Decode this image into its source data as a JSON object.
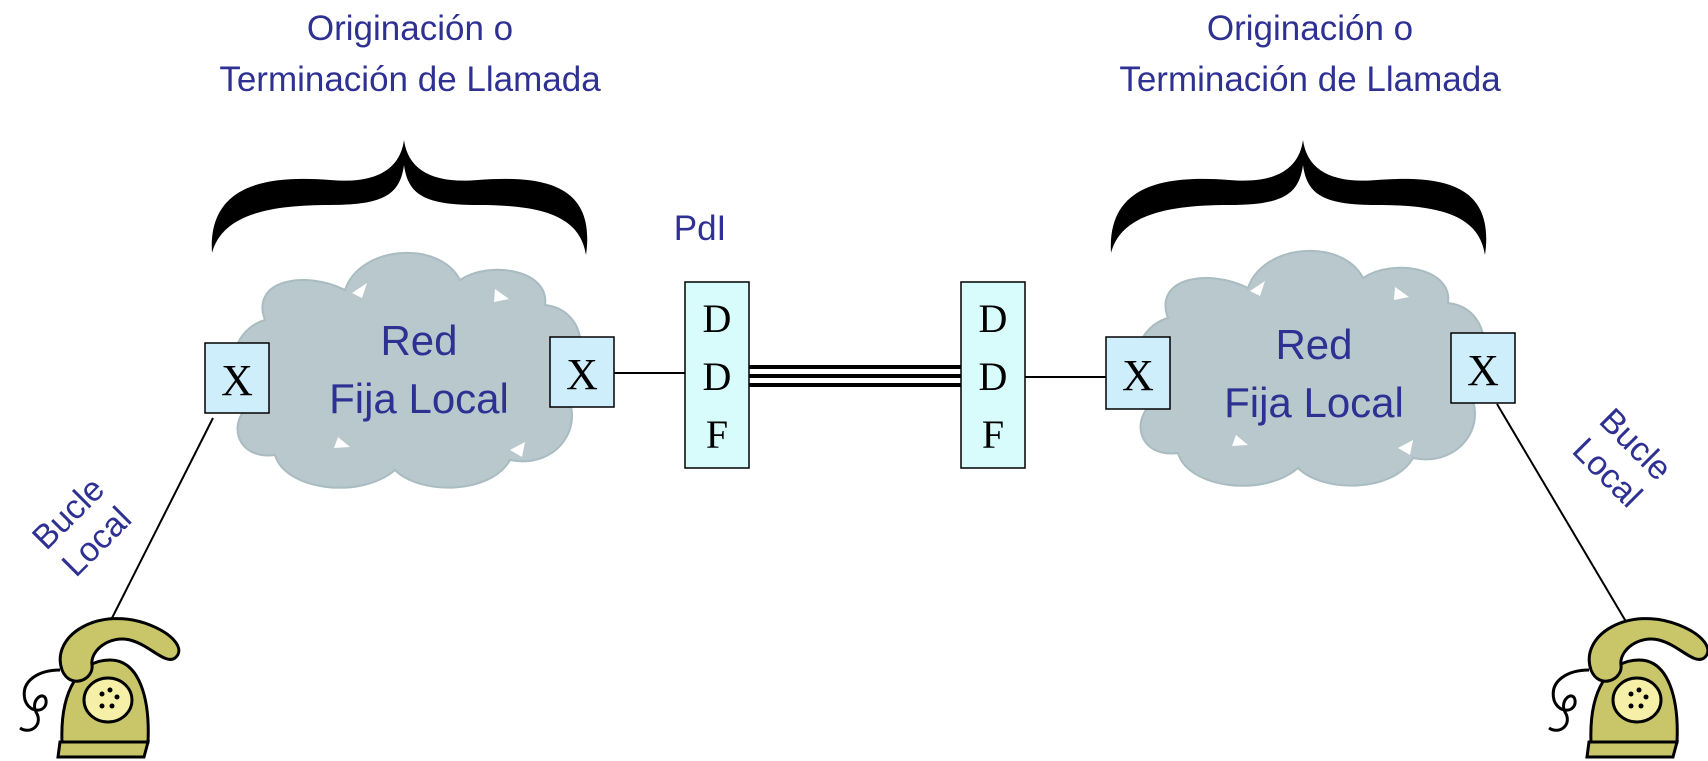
{
  "left_side": {
    "heading_line1": "Originación o",
    "heading_line2": "Terminación de Llamada",
    "cloud_line1": "Red",
    "cloud_line2": "Fija Local",
    "switch_left": "X",
    "switch_right": "X",
    "loop_line1": "Bucle",
    "loop_line2": "Local"
  },
  "right_side": {
    "heading_line1": "Originación o",
    "heading_line2": "Terminación de Llamada",
    "cloud_line1": "Red",
    "cloud_line2": "Fija Local",
    "switch_left": "X",
    "switch_right": "X",
    "loop_line1": "Bucle",
    "loop_line2": "Local"
  },
  "interconnection": {
    "point_label": "PdI",
    "ddf_left": [
      "D",
      "D",
      "F"
    ],
    "ddf_right": [
      "D",
      "D",
      "F"
    ]
  },
  "colors": {
    "label_text": "#2e3192",
    "cloud_fill": "#b8c8cc",
    "switch_fill": "#cfeefc",
    "ddf_fill": "#d8fcfc",
    "phone_body": "#c9c66a",
    "brace": "#000000"
  }
}
